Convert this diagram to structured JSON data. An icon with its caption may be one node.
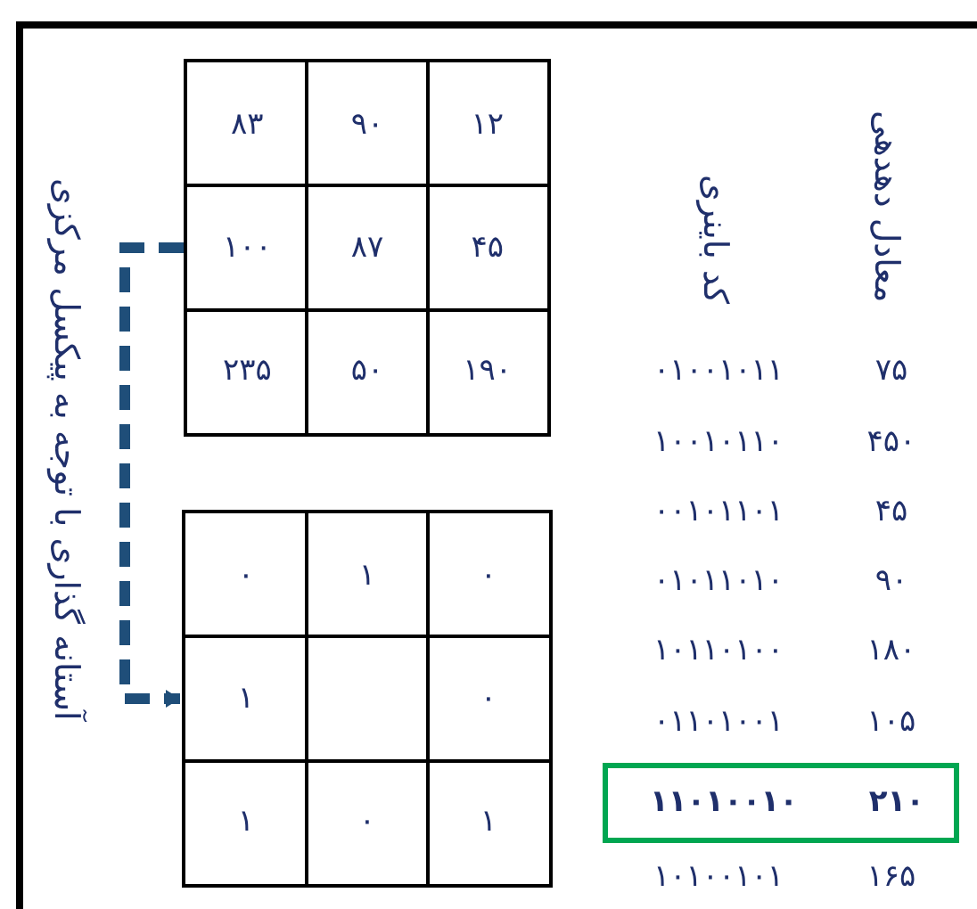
{
  "diagram": {
    "nodes": [
      {
        "text": [
          "۸۳",
          "۹۰",
          "۱۲",
          "۱۰۰",
          "۸۷",
          "۴۵",
          "۲۳۵",
          "۵۰",
          "۱۹۰"
        ]
      },
      {
        "text": [
          "۰",
          "۱",
          "۰",
          "۱",
          "۰",
          "۱",
          "۰",
          "۱"
        ]
      },
      {
        "text": [
          "۲۱۰",
          "۱۱۰۱۰۰۱۰"
        ]
      }
    ],
    "edges": [
      {
        "from": 0,
        "to": 1,
        "arrow": "to",
        "style": "dashed",
        "color": "#1f4e79",
        "label": "آستانه گذاری با توجه به پیکسل مرکزی"
      }
    ],
    "labels": [
      "معادل دهدهی",
      "کد باینری",
      "۷۵",
      "۰۱۰۰۱۰۱۱",
      "۴۵۰",
      "۱۰۰۱۰۱۱۰",
      "۴۵",
      "۰۰۱۰۱۱۰۱",
      "۹۰",
      "۰۱۰۱۱۰۱۰",
      "۱۸۰",
      "۱۰۱۱۰۱۰۰",
      "۱۰۵",
      "۰۱۱۰۱۰۰۱",
      "۱۶۵",
      "۱۰۱۰۰۱۰۱"
    ]
  }
}
